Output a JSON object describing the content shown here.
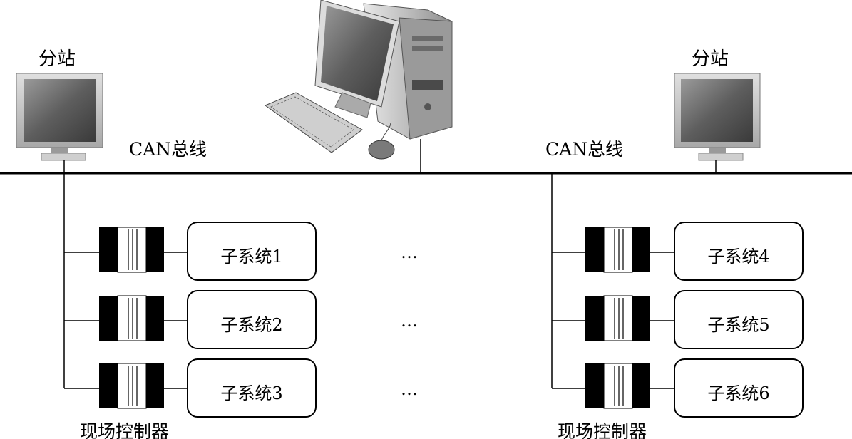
{
  "labels": {
    "station_left": "分站",
    "station_right": "分站",
    "bus_left": "CAN总线",
    "bus_right": "CAN总线",
    "controller_left": "现场控制器",
    "controller_right": "现场控制器",
    "ellipsis": "…"
  },
  "subsystems_left": [
    "子系统1",
    "子系统2",
    "子系统3"
  ],
  "subsystems_right": [
    "子系统4",
    "子系统5",
    "子系统6"
  ]
}
